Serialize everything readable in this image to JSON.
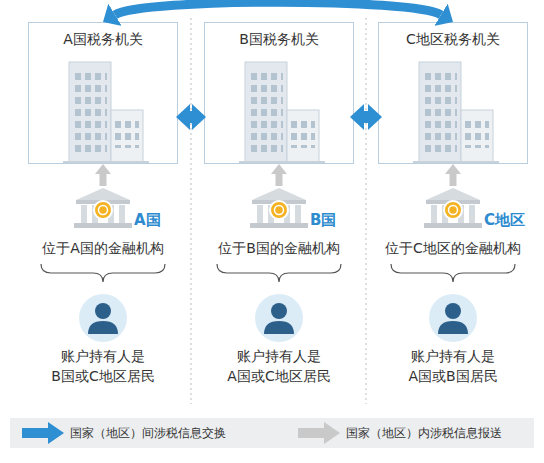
{
  "diagram": {
    "nodes": [
      {
        "text": [
          "A国税务机关"
        ]
      },
      {
        "text": [
          "B国税务机关"
        ]
      },
      {
        "text": [
          "C地区税务机关"
        ]
      },
      {
        "text": [
          "A国",
          "位于A国的金融机构"
        ]
      },
      {
        "text": [
          "B国",
          "位于B国的金融机构"
        ]
      },
      {
        "text": [
          "C地区",
          "位于C地区的金融机构"
        ]
      },
      {
        "text": [
          "账户持有人是 B国或C地区居民"
        ]
      },
      {
        "text": [
          "账户持有人是 A国或C地区居民"
        ]
      },
      {
        "text": [
          "账户持有人是 A国或B国居民"
        ]
      }
    ],
    "edges": [
      {
        "from": 0,
        "to": 1,
        "arrow": "both"
      },
      {
        "from": 1,
        "to": 2,
        "arrow": "both"
      },
      {
        "from": 0,
        "to": 2,
        "arrow": "both"
      },
      {
        "from": 3,
        "to": 0,
        "arrow": "to"
      },
      {
        "from": 4,
        "to": 1,
        "arrow": "to"
      },
      {
        "from": 5,
        "to": 2,
        "arrow": "to"
      }
    ],
    "legend": [
      {
        "text": "国家（地区）间涉税信息交换"
      },
      {
        "text": "国家（地区）内涉税信息报送"
      }
    ]
  }
}
